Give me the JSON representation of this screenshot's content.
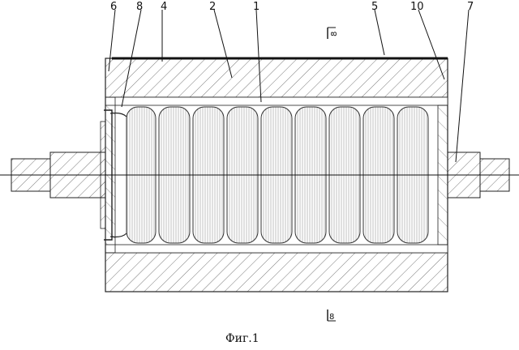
{
  "figure": {
    "caption": "Фиг.1",
    "section_mark": "8",
    "labels": [
      {
        "id": "label-6",
        "text": "6"
      },
      {
        "id": "label-8",
        "text": "8"
      },
      {
        "id": "label-4",
        "text": "4"
      },
      {
        "id": "label-2",
        "text": "2"
      },
      {
        "id": "label-1",
        "text": "1"
      },
      {
        "id": "label-5",
        "text": "5"
      },
      {
        "id": "label-10",
        "text": "10"
      },
      {
        "id": "label-7",
        "text": "7"
      }
    ]
  }
}
